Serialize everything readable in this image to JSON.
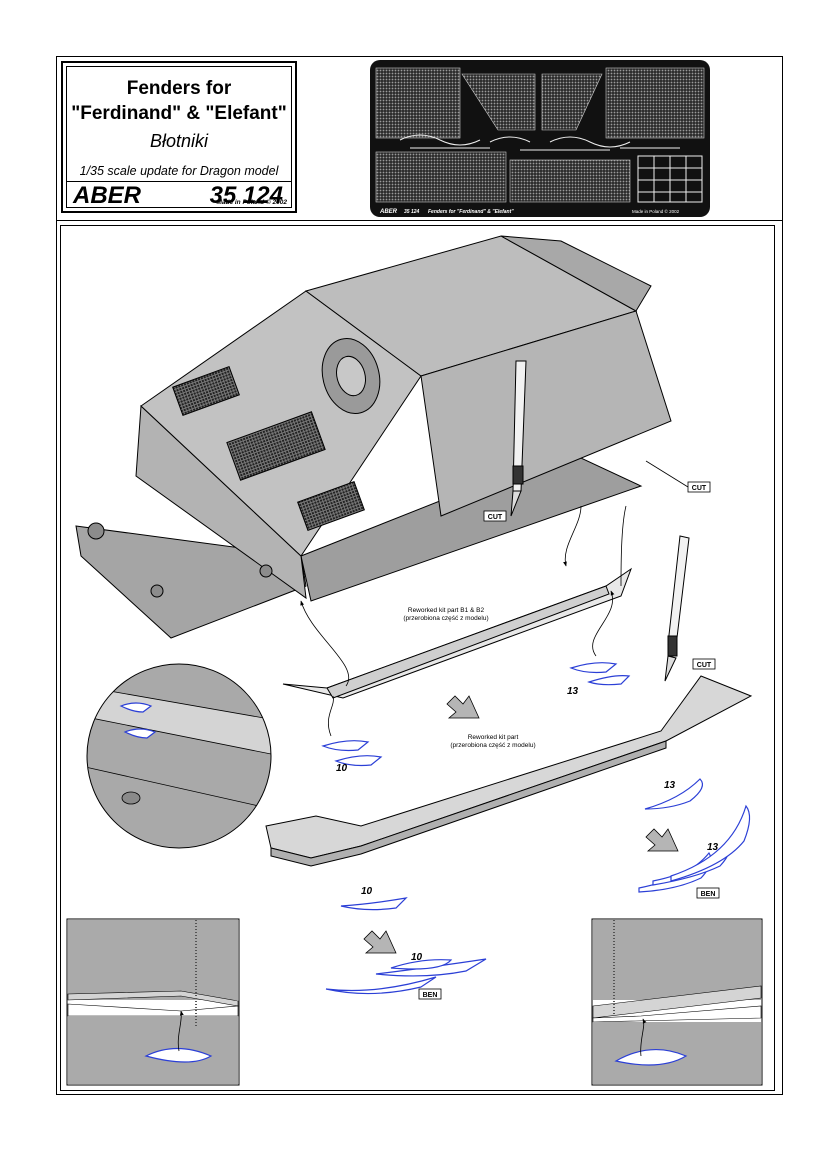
{
  "title": {
    "line1": "Fenders for",
    "line2": "\"Ferdinand\" & \"Elefant\"",
    "polish": "Błotniki",
    "scale": "1/35 scale update for Dragon model",
    "brand": "ABER",
    "catalog_no": "35 124",
    "made_in": "Made in Poland © 2002"
  },
  "etch_sheet": {
    "caption_brand": "ABER",
    "caption_no": "35 124",
    "caption_title": "Fenders for \"Ferdinand\" & \"Elefant\"",
    "made": "Made in Poland © 2002"
  },
  "labels": {
    "cut": "CUT",
    "ben": "BEN",
    "part_10": "10",
    "part_13": "13",
    "reworked_b1b2_line1": "Reworked kit part B1 & B2",
    "reworked_b1b2_line2": "(przerobiona część z modelu)",
    "reworked_line1": "Reworked kit part",
    "reworked_line2": "(przerobiona część z modelu)"
  },
  "colors": {
    "hull": "#a9a9a9",
    "hull_dark": "#8c8c8c",
    "etch_blue": "#2b3fd6",
    "sheet": "#111111"
  }
}
